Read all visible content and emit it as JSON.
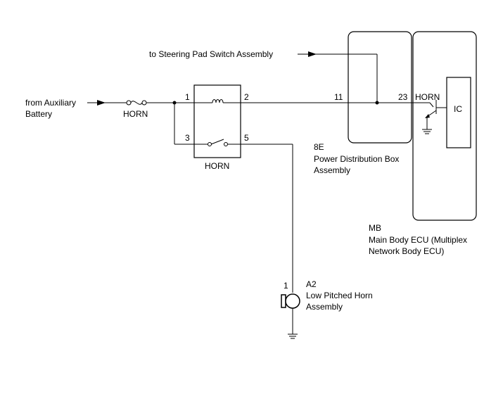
{
  "inputs": {
    "aux_battery_line1": "from Auxiliary",
    "aux_battery_line2": "Battery",
    "steering_pad": "to Steering Pad Switch Assembly"
  },
  "fuse": {
    "label": "HORN"
  },
  "relay": {
    "label": "HORN",
    "pins": {
      "p1": "1",
      "p2": "2",
      "p3": "3",
      "p5": "5"
    }
  },
  "power_distribution_box": {
    "code": "8E",
    "name_line1": "Power Distribution Box",
    "name_line2": "Assembly",
    "pin": "11"
  },
  "main_body_ecu": {
    "code": "MB",
    "name_line1": "Main Body ECU (Multiplex",
    "name_line2": "Network Body ECU)",
    "pin": "23",
    "terminal_label": "HORN",
    "ic_label": "IC"
  },
  "horn": {
    "code": "A2",
    "name_line1": "Low Pitched Horn",
    "name_line2": "Assembly",
    "pin": "1"
  }
}
